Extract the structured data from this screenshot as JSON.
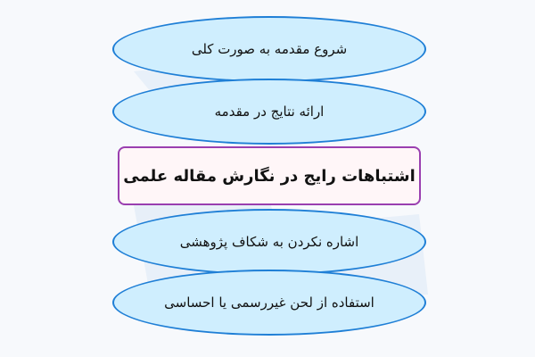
{
  "diagram": {
    "title": "اشتباهات رایج در نگارش مقاله علمی",
    "items": [
      {
        "text": "شروع مقدمه به صورت کلی"
      },
      {
        "text": "ارائه نتایج در مقدمه"
      },
      {
        "text": "اشاره نکردن به شکاف پژوهشی"
      },
      {
        "text": "استفاده از لحن غیررسمی یا احساسی"
      }
    ]
  },
  "colors": {
    "background": "#f7f9fc",
    "ellipse_fill": "#cfeefe",
    "ellipse_border": "#1f7fd6",
    "title_border": "#9a3fb0",
    "title_fill": "#fff6f8"
  }
}
